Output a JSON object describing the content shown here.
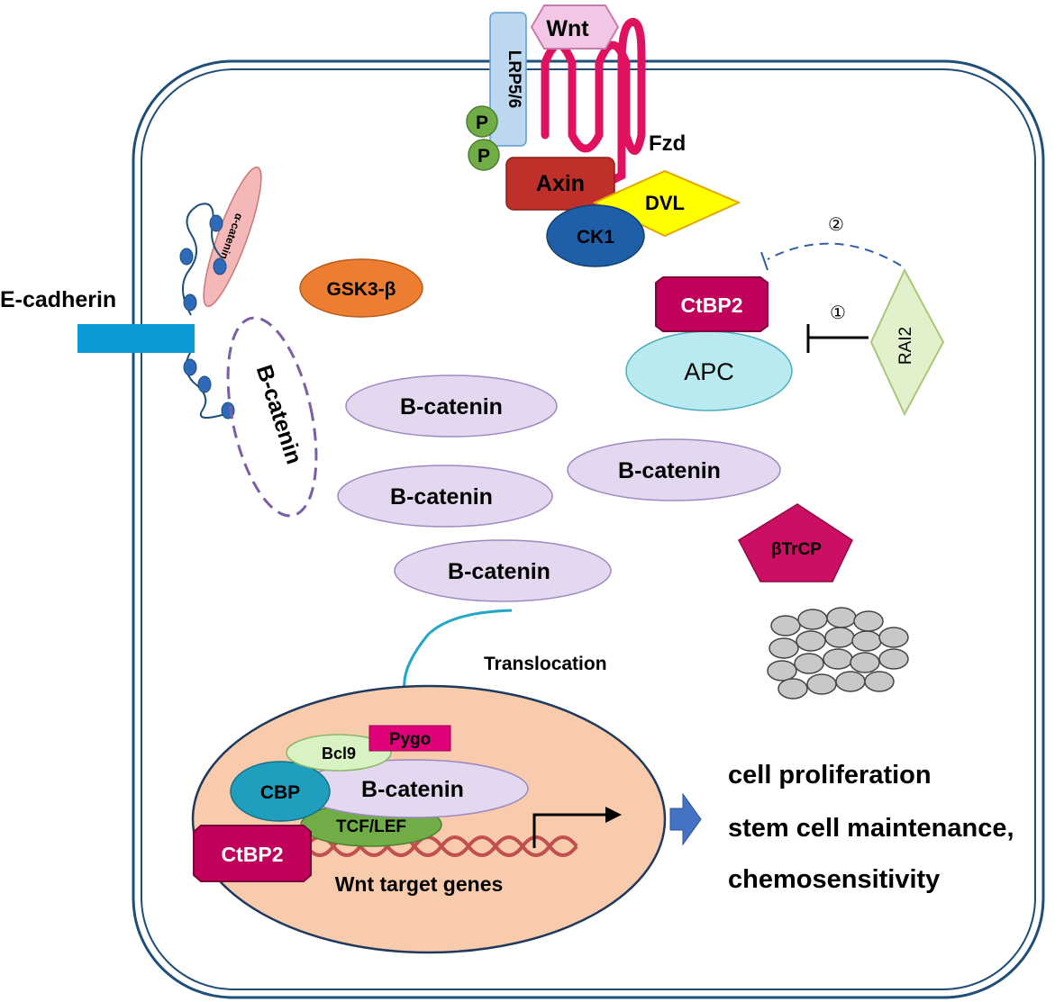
{
  "labels": {
    "wnt": "Wnt",
    "lrp": "LRP5/6",
    "p1": "P",
    "p2": "P",
    "fzd": "Fzd",
    "axin": "Axin",
    "dvl": "DVL",
    "ck1": "CK1",
    "alpha_catenin": "α-catenin",
    "e_cadherin": "E-cadherin",
    "gsk3b": "GSK3-β",
    "membrane_bcatenin": "B-catenin",
    "ctbp2_cyto": "CtBP2",
    "apc": "APC",
    "rai2": "RAI2",
    "circle1": "①",
    "circle2": "②",
    "bcatenin_1": "B-catenin",
    "bcatenin_2": "B-catenin",
    "bcatenin_3": "B-catenin",
    "bcatenin_4": "B-catenin",
    "btrcp": "βTrCP",
    "translocation": "Translocation",
    "pygo": "Pygo",
    "bcl9": "Bcl9",
    "cbp": "CBP",
    "bcatenin_nuc": "B-catenin",
    "tcf_lef": "TCF/LEF",
    "ctbp2_nuc": "CtBP2",
    "wnt_targets": "Wnt target genes"
  },
  "outcomes": [
    "cell proliferation",
    "stem cell maintenance,",
    "chemosensitivity"
  ],
  "colors": {
    "cell_border": "#1f4e79",
    "wnt_fill": "#f4c6e6",
    "fzd_stroke": "#e0115f",
    "lrp_fill": "#bdd7ee",
    "p_fill": "#70ad47",
    "axin_fill": "#c0302a",
    "dvl_fill": "#ffff00",
    "ck1_fill": "#1f5fa8",
    "gsk_fill": "#ed7d31",
    "ctbp2_fill": "#c0005a",
    "apc_fill": "#b8eaf0",
    "rai2_fill": "#e2f0cb",
    "bcatenin_fill": "#e4d8f0",
    "btrcp_fill": "#cc0f63",
    "nucleus_fill": "#f8cbad",
    "cbp_fill": "#1f9fbd",
    "tcf_fill": "#70ad47",
    "bcl9_fill": "#d9f2c4",
    "pygo_fill": "#e0007a",
    "dna_color": "#c0504d",
    "ecad_fill": "#0b9bd7"
  }
}
